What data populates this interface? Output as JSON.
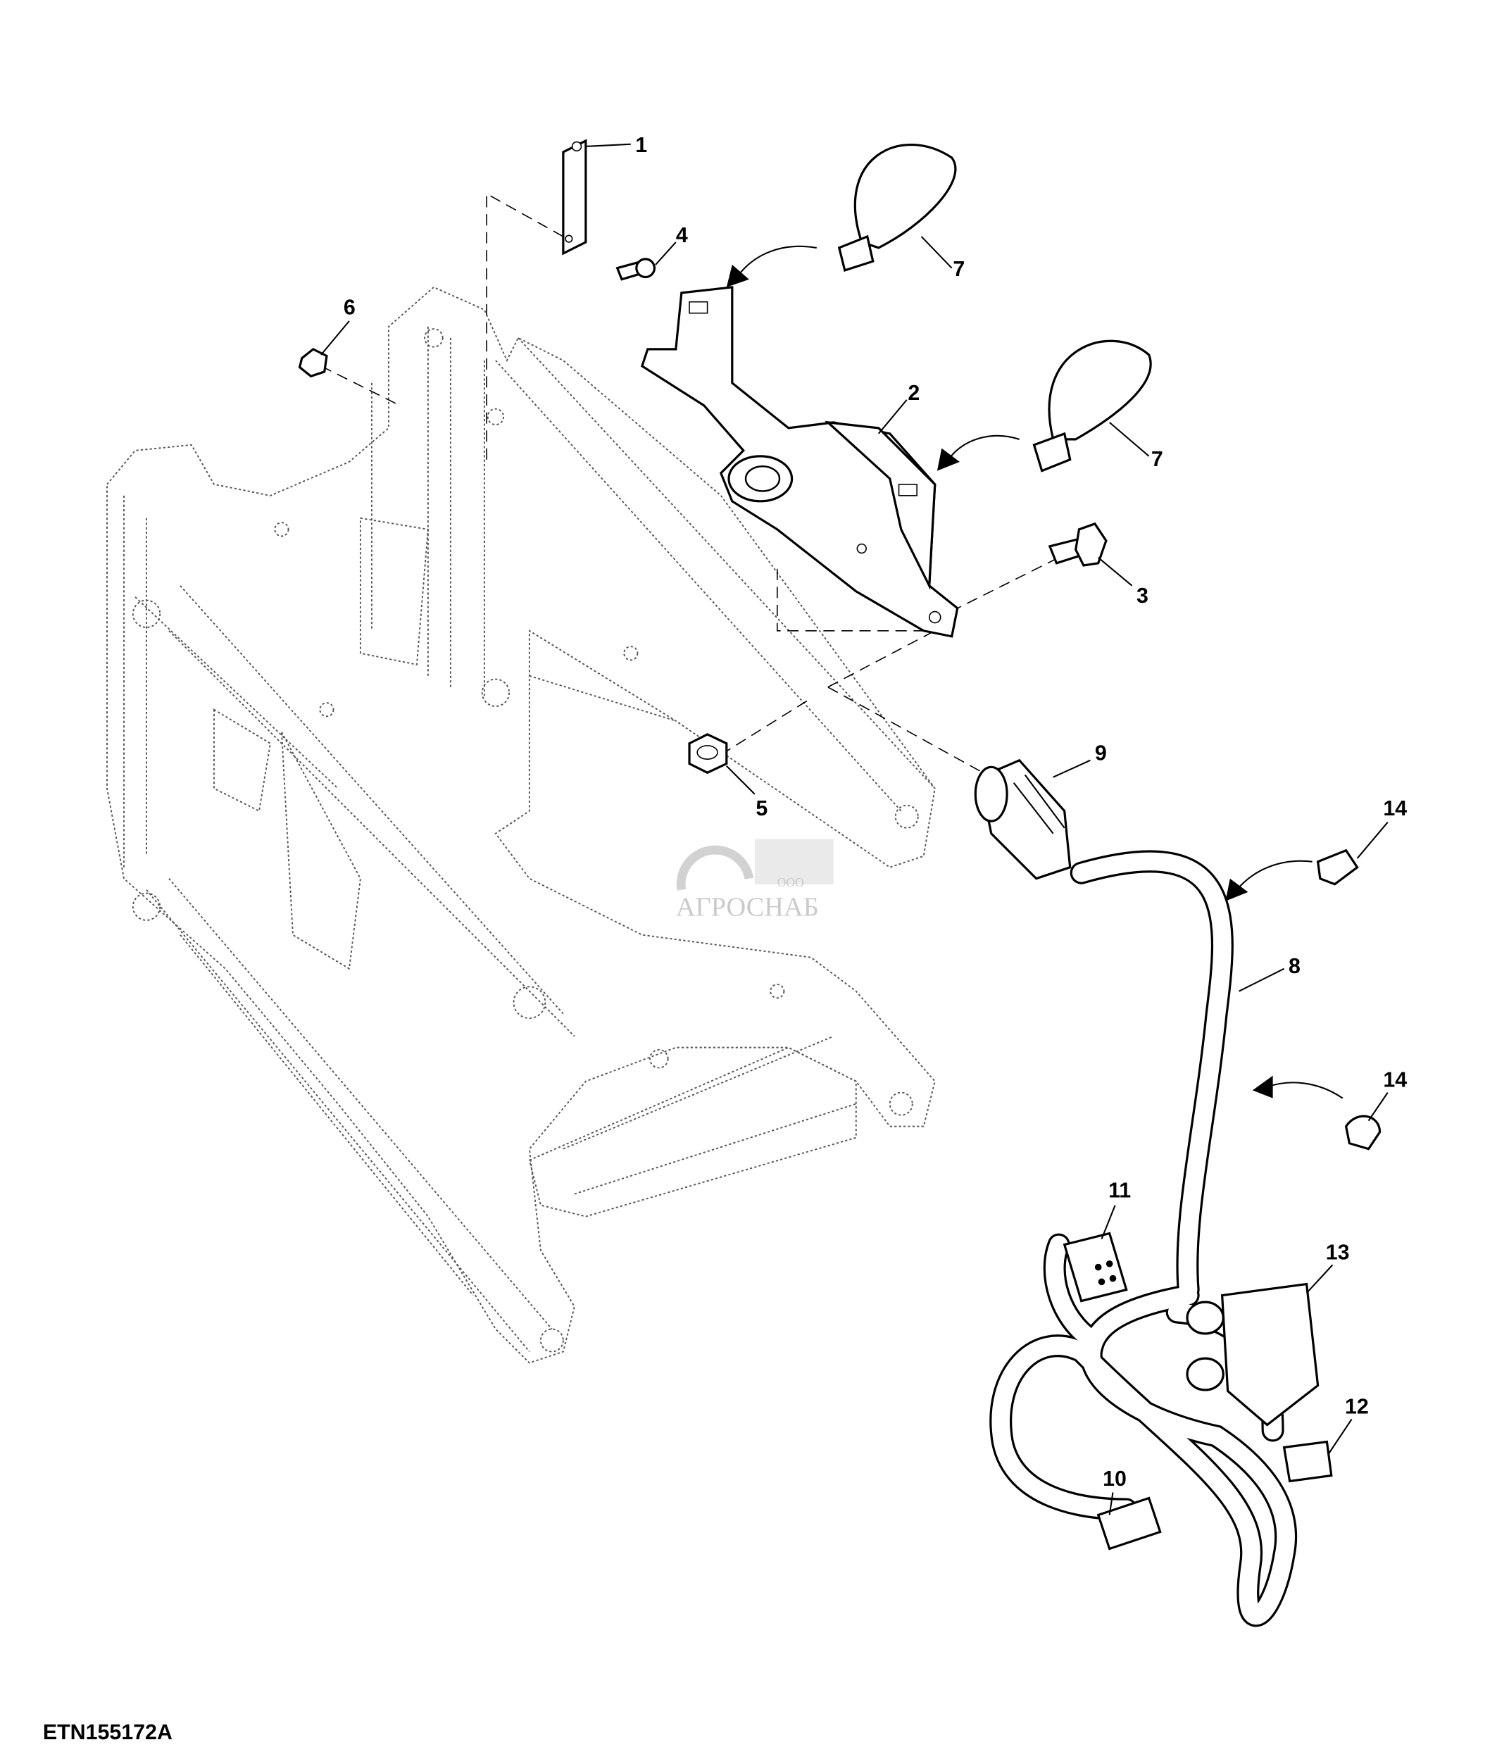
{
  "figure_id": "ETN155172A",
  "watermark": {
    "prefix": "ООО",
    "name": "АГРОСНАБ"
  },
  "callouts": [
    "1",
    "2",
    "3",
    "4",
    "5",
    "6",
    "7",
    "7",
    "8",
    "9",
    "10",
    "11",
    "12",
    "13",
    "14",
    "14"
  ]
}
